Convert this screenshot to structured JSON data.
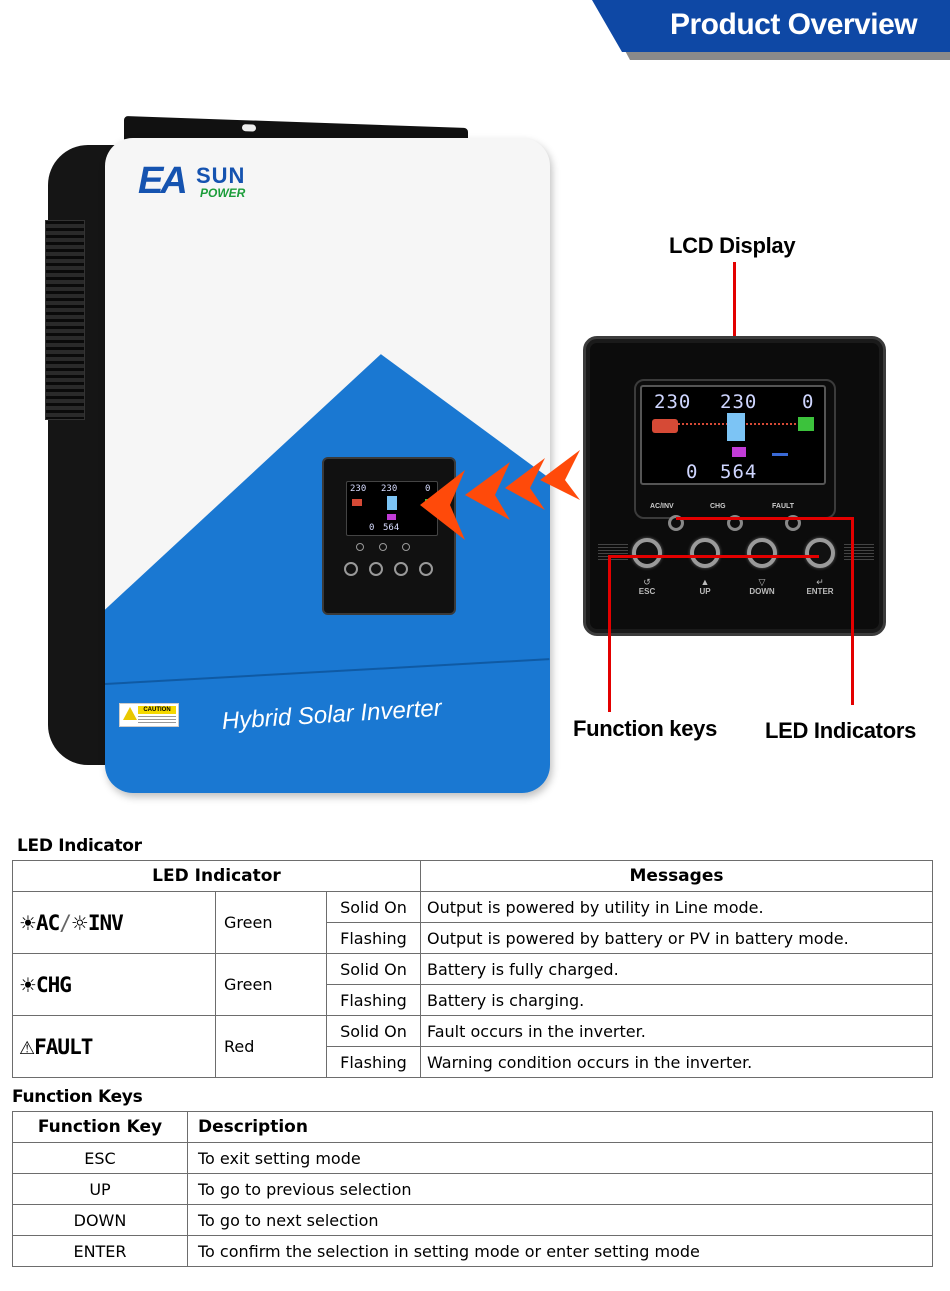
{
  "header": {
    "title": "Product Overview",
    "banner_color": "#0e48a5"
  },
  "product": {
    "brand_main": "EA",
    "brand_sun": "SUN",
    "brand_power": "POWER",
    "name": "Hybrid Solar Inverter",
    "caution_label": "CAUTION",
    "body_color": "#1a78d2"
  },
  "lcd": {
    "input_voltage": "230",
    "output_voltage": "230",
    "load": "0",
    "pv_value": "0",
    "battery_value": "564"
  },
  "led_labels": [
    "AC/INV",
    "CHG",
    "FAULT"
  ],
  "keys": [
    {
      "glyph": "↺",
      "label": "ESC"
    },
    {
      "glyph": "▲",
      "label": "UP"
    },
    {
      "glyph": "▽",
      "label": "DOWN"
    },
    {
      "glyph": "↵",
      "label": "ENTER"
    }
  ],
  "callouts": {
    "lcd_display": "LCD Display",
    "function_keys": "Function keys",
    "led_indicators": "LED Indicators",
    "line_color": "#e30000",
    "arrow_color": "#ff4a0a"
  },
  "led_section": {
    "heading": "LED Indicator",
    "col_indicator": "LED Indicator",
    "col_messages": "Messages",
    "rows": [
      {
        "name_a": "AC",
        "separator": "/",
        "name_b": "INV",
        "color": "Green",
        "states": [
          {
            "mode": "Solid On",
            "message": "Output is powered by utility in Line mode."
          },
          {
            "mode": "Flashing",
            "message": "Output is powered by battery or PV in battery mode."
          }
        ]
      },
      {
        "name_a": "CHG",
        "color": "Green",
        "states": [
          {
            "mode": "Solid On",
            "message": "Battery is fully charged."
          },
          {
            "mode": "Flashing",
            "message": "Battery is charging."
          }
        ]
      },
      {
        "name_a": "FAULT",
        "color": "Red",
        "states": [
          {
            "mode": "Solid On",
            "message": "Fault occurs in the inverter."
          },
          {
            "mode": "Flashing",
            "message": "Warning condition occurs in the inverter."
          }
        ]
      }
    ]
  },
  "function_section": {
    "heading": "Function Keys",
    "col_key": "Function Key",
    "col_desc": "Description",
    "rows": [
      {
        "key": "ESC",
        "desc": "To exit setting mode"
      },
      {
        "key": "UP",
        "desc": "To go to previous selection"
      },
      {
        "key": "DOWN",
        "desc": "To go to next selection"
      },
      {
        "key": "ENTER",
        "desc": "To confirm the selection in setting mode or enter setting mode"
      }
    ]
  }
}
